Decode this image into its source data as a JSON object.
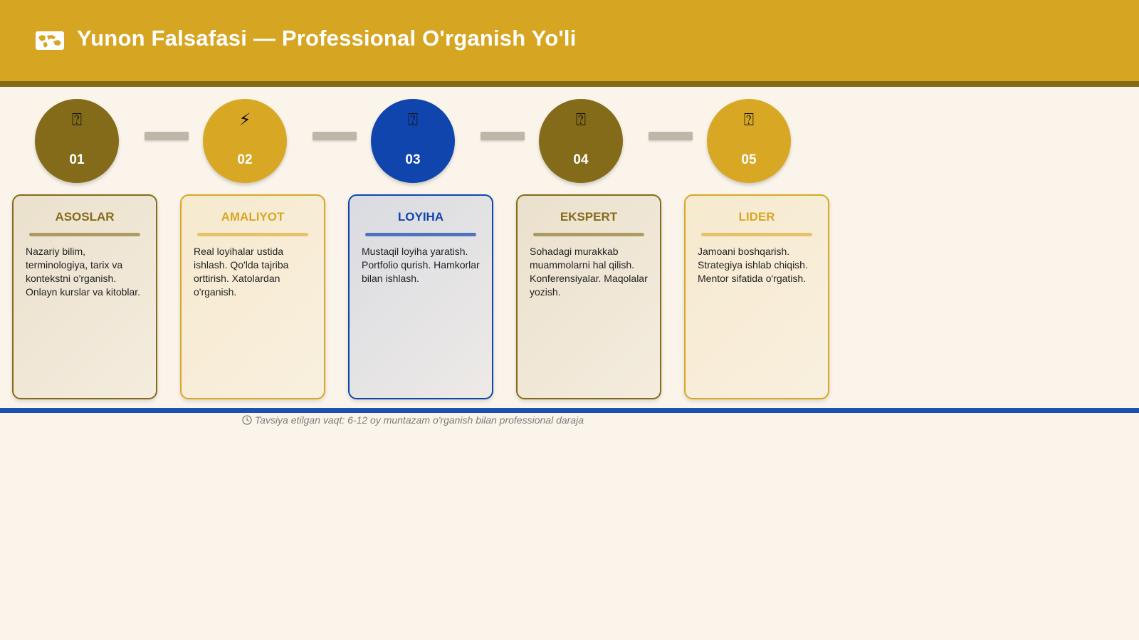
{
  "header": {
    "title": "Yunon Falsafasi — Professional O'rganish Yo'li",
    "logo_icon": "world-map-icon"
  },
  "steps": [
    {
      "number": "01",
      "icon": "unknown-glyph-icon",
      "glyph": "⍰",
      "title": "ASOSLAR",
      "description": "Nazariy bilim, terminologiya, tarix va kontekstni o'rganish. Onlayn kurslar va kitoblar.",
      "color": "#846b1a"
    },
    {
      "number": "02",
      "icon": "lightning-icon",
      "glyph": "⚡",
      "title": "AMALIYOT",
      "description": "Real loyihalar ustida ishlash. Qo'lda tajriba orttirish. Xatolardan o'rganish.",
      "color": "#d8a724"
    },
    {
      "number": "03",
      "icon": "unknown-glyph-icon",
      "glyph": "⍰",
      "title": "LOYIHA",
      "description": "Mustaqil loyiha yaratish. Portfolio qurish. Hamkorlar bilan ishlash.",
      "color": "#1145ae"
    },
    {
      "number": "04",
      "icon": "unknown-glyph-icon",
      "glyph": "⍰",
      "title": "EKSPERT",
      "description": "Sohadagi murakkab muammolarni hal qilish. Konferensiyalar. Maqolalar yozish.",
      "color": "#846b1a"
    },
    {
      "number": "05",
      "icon": "unknown-glyph-icon",
      "glyph": "⍰",
      "title": "LIDER",
      "description": "Jamoani boshqarish. Strategiya ishlab chiqish. Mentor sifatida o'rgatish.",
      "color": "#d8a724"
    }
  ],
  "footnote": {
    "icon": "clock-icon",
    "text": "Tavsiya etilgan vaqt: 6-12 oy muntazam o'rganish bilan professional daraja"
  },
  "colors": {
    "header_bg": "#d6a521",
    "header_border": "#826a17",
    "accent_blue": "#1c51b0",
    "page_bg": "#fbf4ea"
  }
}
